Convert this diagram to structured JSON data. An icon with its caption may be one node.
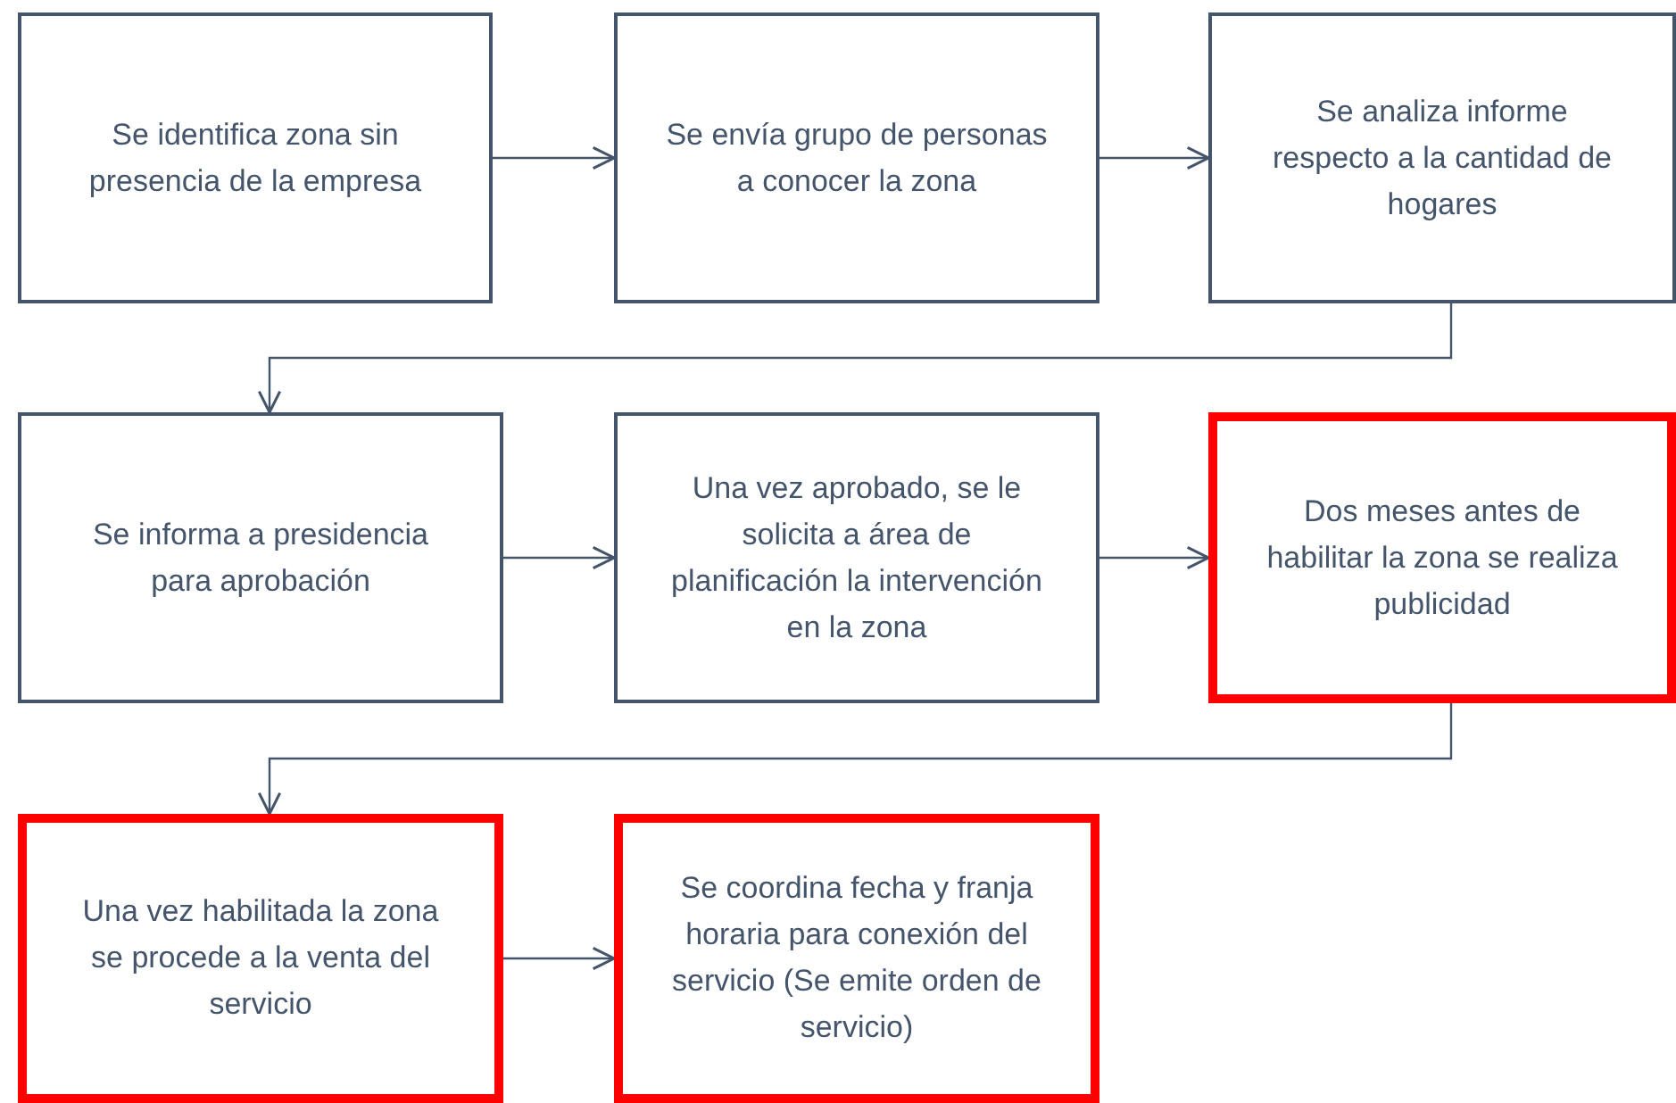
{
  "diagram": {
    "nodes": [
      {
        "text": [
          "Se identifica zona sin presencia de la empresa"
        ]
      },
      {
        "text": [
          "Se envía grupo de personas a conocer la zona"
        ]
      },
      {
        "text": [
          "Se analiza informe respecto a la cantidad de hogares"
        ]
      },
      {
        "text": [
          "Se informa a presidencia para aprobación"
        ]
      },
      {
        "text": [
          "Una vez aprobado, se le solicita a área de planificación la intervención en la zona"
        ]
      },
      {
        "text": [
          "Dos meses antes de habilitar la zona se realiza publicidad"
        ]
      },
      {
        "text": [
          "Una vez habilitada la zona se procede a la venta del servicio"
        ]
      },
      {
        "text": [
          "Se coordina fecha y franja horaria para conexión del servicio (Se emite orden de servicio)"
        ]
      }
    ],
    "edges": [
      {
        "from": 0,
        "to": 1,
        "arrow": "to"
      },
      {
        "from": 1,
        "to": 2,
        "arrow": "to"
      },
      {
        "from": 2,
        "to": 3,
        "arrow": "to"
      },
      {
        "from": 3,
        "to": 4,
        "arrow": "to"
      },
      {
        "from": 4,
        "to": 5,
        "arrow": "to"
      },
      {
        "from": 5,
        "to": 6,
        "arrow": "to"
      },
      {
        "from": 6,
        "to": 7,
        "arrow": "to"
      }
    ]
  }
}
